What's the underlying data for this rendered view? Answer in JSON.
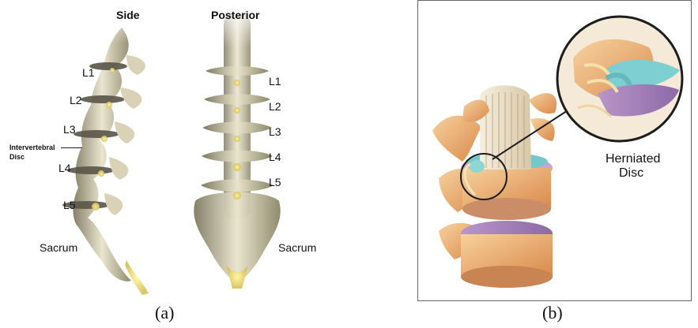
{
  "panel_a": {
    "side_title": "Side",
    "posterior_title": "Posterior",
    "side_labels": [
      "L1",
      "L2",
      "L3",
      "L4",
      "L5"
    ],
    "posterior_labels": [
      "L1",
      "L2",
      "L3",
      "L4",
      "L5"
    ],
    "intervertebral_label": "Intervertebral",
    "disc_label": "Disc",
    "sacrum_left": "Sacrum",
    "sacrum_right": "Sacrum",
    "caption": "(a)"
  },
  "panel_b": {
    "herniated_line1": "Herniated",
    "herniated_line2": "Disc",
    "caption": "(b)"
  }
}
